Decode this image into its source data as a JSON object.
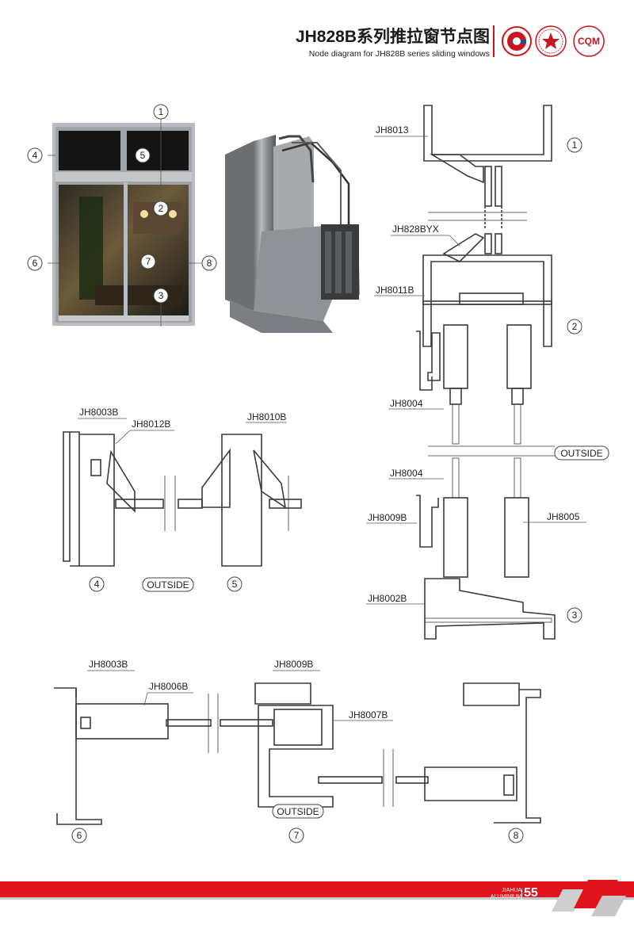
{
  "header": {
    "title_cn": "JH828B系列推拉窗节点图",
    "title_en": "Node diagram for JH828B series sliding windows",
    "logos": [
      "brand-logo",
      "award-seal",
      "cqm-logo"
    ],
    "cqm_text": "CQM",
    "accent_color": "#c8161d"
  },
  "overview": {
    "callouts": [
      "1",
      "2",
      "3",
      "4",
      "5",
      "6",
      "7",
      "8"
    ]
  },
  "section_top_right": {
    "labels": {
      "jh8013": "JH8013",
      "jh828byx": "JH828BYX",
      "jh8011b": "JH8011B",
      "jh8004_a": "JH8004",
      "jh8004_b": "JH8004",
      "jh8009b": "JH8009B",
      "jh8005": "JH8005",
      "jh8002b": "JH8002B"
    },
    "outside": "OUTSIDE",
    "nodes": [
      "1",
      "2",
      "3"
    ]
  },
  "section_mid_left": {
    "labels": {
      "jh8003b": "JH8003B",
      "jh8012b": "JH8012B",
      "jh8010b": "JH8010B"
    },
    "outside": "OUTSIDE",
    "nodes": [
      "4",
      "5"
    ]
  },
  "section_bottom": {
    "labels": {
      "jh8003b": "JH8003B",
      "jh8006b": "JH8006B",
      "jh8009b": "JH8009B",
      "jh8007b": "JH8007B"
    },
    "outside": "OUTSIDE",
    "nodes": [
      "6",
      "7",
      "8"
    ]
  },
  "footer": {
    "brand_line1": "JIAHUA",
    "brand_line2": "ALUMINIUM",
    "page_number": "55",
    "band_color": "#e0141c"
  }
}
